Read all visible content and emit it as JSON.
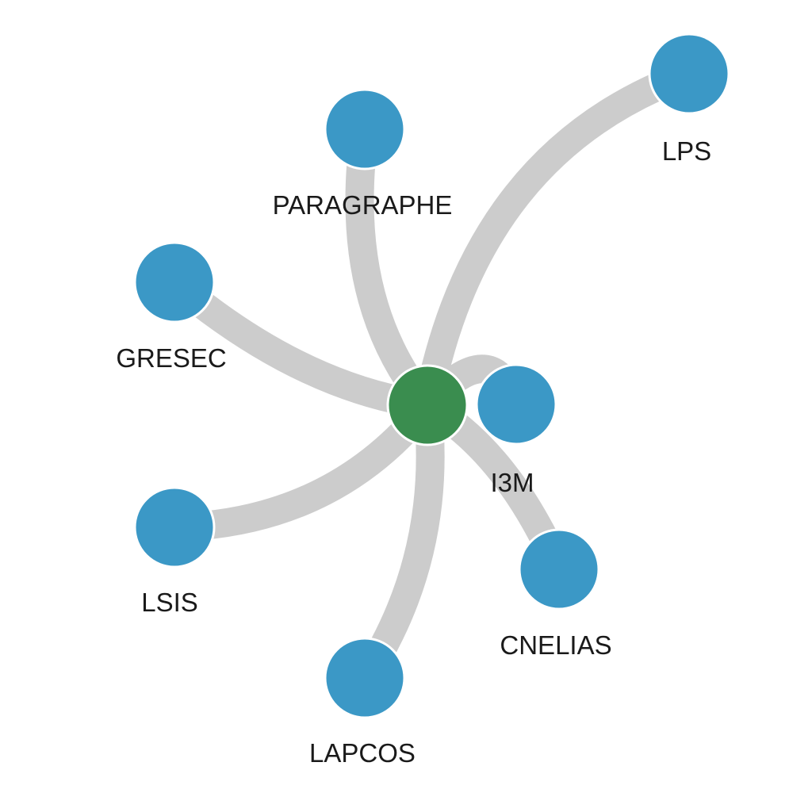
{
  "colors": {
    "edge": "#cccccc",
    "center_node": "#3a8d4f",
    "peer_node": "#3b98c6",
    "node_border": "#ffffff",
    "label": "#1a1a1a"
  },
  "graph": {
    "center": {
      "id": "center"
    },
    "nodes": [
      {
        "id": "lps",
        "label": "LPS"
      },
      {
        "id": "paragraphe",
        "label": "PARAGRAPHE"
      },
      {
        "id": "gresec",
        "label": "GRESEC"
      },
      {
        "id": "i3m",
        "label": "I3M"
      },
      {
        "id": "lsis",
        "label": "LSIS"
      },
      {
        "id": "cnelias",
        "label": "CNELIAS"
      },
      {
        "id": "lapcos",
        "label": "LAPCOS"
      }
    ],
    "edges": [
      {
        "from": "center",
        "to": "lps"
      },
      {
        "from": "center",
        "to": "paragraphe"
      },
      {
        "from": "center",
        "to": "gresec"
      },
      {
        "from": "center",
        "to": "i3m"
      },
      {
        "from": "center",
        "to": "lsis"
      },
      {
        "from": "center",
        "to": "cnelias"
      },
      {
        "from": "center",
        "to": "lapcos"
      }
    ]
  }
}
